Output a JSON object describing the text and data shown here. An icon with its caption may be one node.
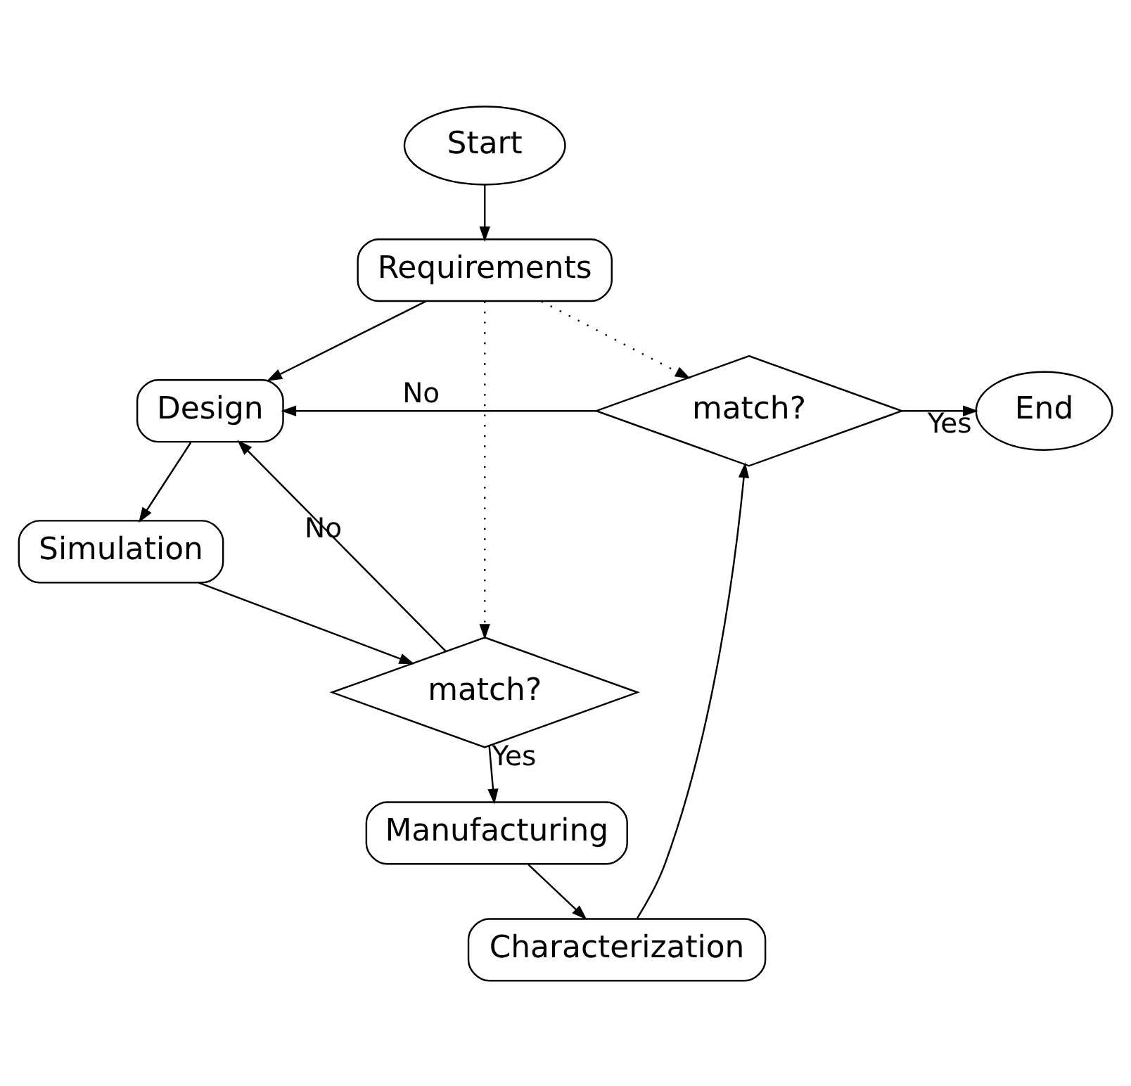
{
  "diagram": {
    "nodes": [
      {
        "text": [
          "Start"
        ]
      },
      {
        "text": [
          "Requirements"
        ]
      },
      {
        "text": [
          "Design"
        ]
      },
      {
        "text": [
          "Simulation"
        ]
      },
      {
        "text": [
          "match?"
        ]
      },
      {
        "text": [
          "Manufacturing"
        ]
      },
      {
        "text": [
          "Characterization"
        ]
      },
      {
        "text": [
          "match?"
        ]
      },
      {
        "text": [
          "End"
        ]
      }
    ],
    "edges": [
      {
        "from": 0,
        "to": 1,
        "arrow": "to"
      },
      {
        "from": 1,
        "to": 2,
        "arrow": "to"
      },
      {
        "from": 2,
        "to": 3,
        "arrow": "to"
      },
      {
        "from": 3,
        "to": 4,
        "arrow": "to"
      },
      {
        "from": 4,
        "to": 2,
        "arrow": "to",
        "label": "No"
      },
      {
        "from": 4,
        "to": 5,
        "arrow": "to",
        "label": "Yes"
      },
      {
        "from": 5,
        "to": 6,
        "arrow": "to"
      },
      {
        "from": 6,
        "to": 7,
        "arrow": "to"
      },
      {
        "from": 7,
        "to": 2,
        "arrow": "to",
        "label": "No"
      },
      {
        "from": 7,
        "to": 8,
        "arrow": "to",
        "label": "Yes"
      },
      {
        "from": 1,
        "to": 7,
        "arrow": "to",
        "style": "dashed"
      },
      {
        "from": 1,
        "to": 4,
        "arrow": "to",
        "style": "dashed"
      }
    ]
  }
}
